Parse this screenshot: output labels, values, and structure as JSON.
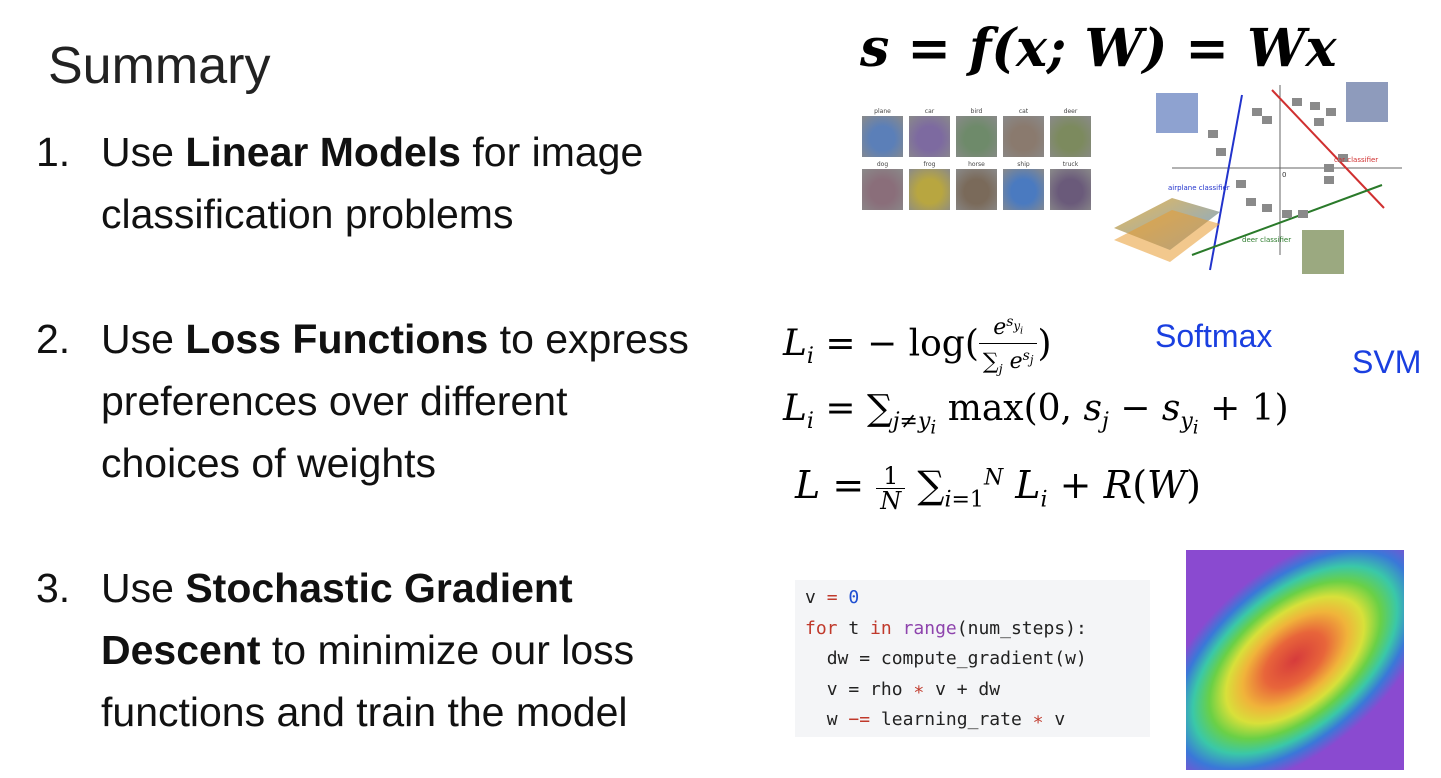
{
  "slide": {
    "title": "Summary",
    "items": [
      {
        "num": "1.",
        "pre": "Use ",
        "bold": "Linear Models",
        "post": " for image",
        "line2": "classification problems"
      },
      {
        "num": "2.",
        "pre": "Use ",
        "bold": "Loss Functions",
        "post": " to express",
        "line2": "preferences over different",
        "line3": "choices of weights"
      },
      {
        "num": "3.",
        "pre": "Use ",
        "bold": "Stochastic Gradient",
        "bold2": "Descent",
        "post2": " to minimize our loss",
        "line3": "functions and train the model"
      }
    ]
  },
  "equations": {
    "main": "s = f(x; W) = Wx",
    "softmax_label": "Softmax",
    "svm_label": "SVM"
  },
  "thumbnails": {
    "row1": [
      "plane",
      "car",
      "bird",
      "cat",
      "deer"
    ],
    "row2": [
      "dog",
      "frog",
      "horse",
      "ship",
      "truck"
    ],
    "colors": [
      "#5b7fb8",
      "#7d6aa0",
      "#6e8a6a",
      "#8a7a6e",
      "#7c8a5e",
      "#8a6e7a",
      "#b8a640",
      "#7a6a5a",
      "#4a7ac0",
      "#6a5a7a"
    ]
  },
  "classifier_diagram": {
    "airplane_label": "airplane classifier",
    "car_label": "car classifier",
    "deer_label": "deer classifier",
    "origin_label": "0"
  },
  "code": {
    "line1_var": "v",
    "line1_val": "0",
    "line2": {
      "kw_for": "for",
      "var": "t",
      "kw_in": "in",
      "fn": "range",
      "arg": "(num_steps):"
    },
    "line3": "dw = compute_gradient(w)",
    "line4_a": "v = rho",
    "line4_b": "v + dw",
    "line5_a": "w",
    "line5_b": "learning_rate",
    "line5_c": "v"
  }
}
